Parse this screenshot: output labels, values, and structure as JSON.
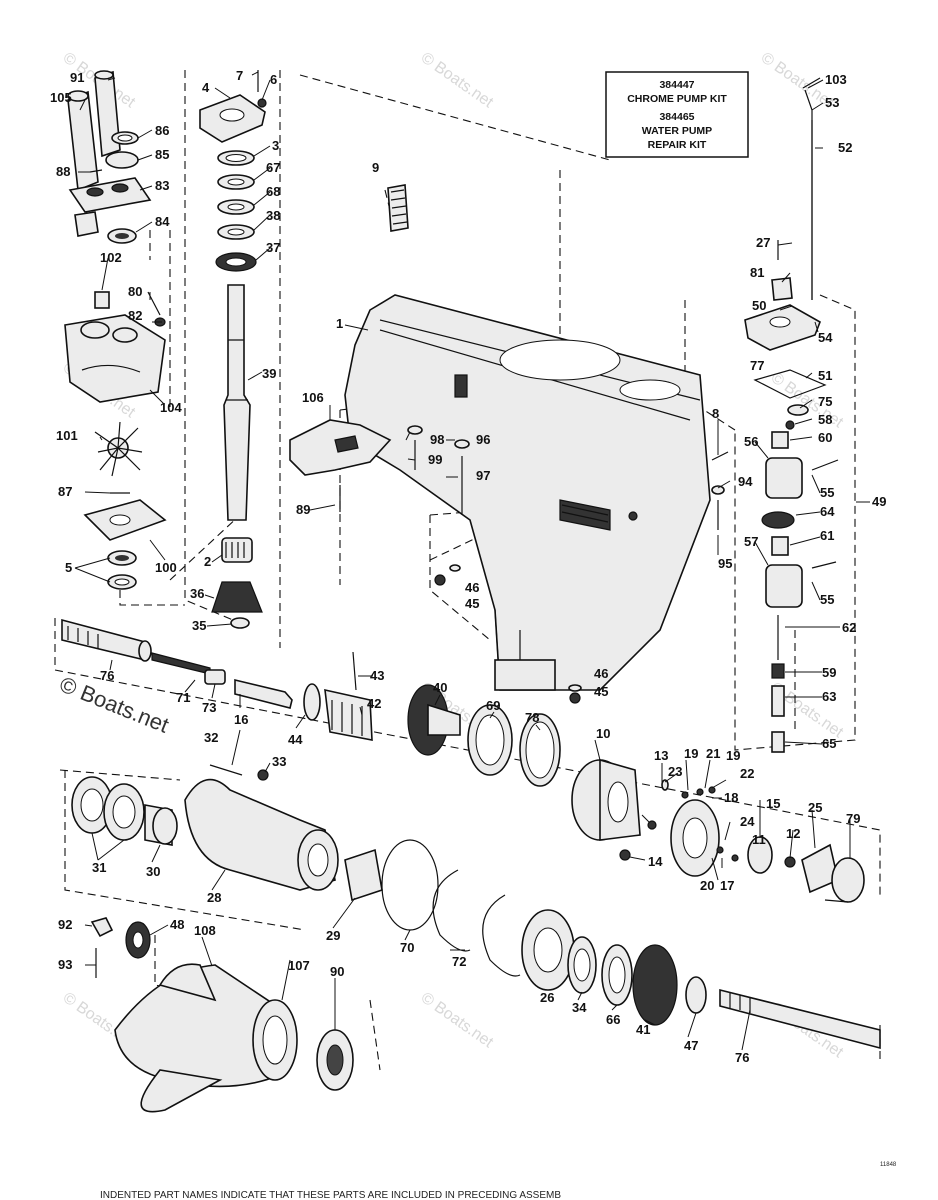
{
  "kit_box": {
    "line1": "384447",
    "line2": "CHROME PUMP KIT",
    "line3": "384465",
    "line4": "WATER PUMP",
    "line5": "REPAIR KIT"
  },
  "watermarks": {
    "small": "© Boats.net",
    "large": "© Boats.net"
  },
  "figure_ref": "11848",
  "footer_note": "INDENTED PART NAMES INDICATE THAT THESE PARTS ARE INCLUDED IN PRECEDING ASSEMB",
  "callouts": [
    "1",
    "2",
    "3",
    "4",
    "5",
    "6",
    "7",
    "8",
    "9",
    "10",
    "11",
    "12",
    "13",
    "14",
    "15",
    "16",
    "17",
    "18",
    "19",
    "19",
    "20",
    "21",
    "22",
    "23",
    "24",
    "25",
    "26",
    "27",
    "28",
    "29",
    "30",
    "31",
    "32",
    "33",
    "34",
    "35",
    "36",
    "37",
    "38",
    "39",
    "40",
    "41",
    "42",
    "43",
    "44",
    "45",
    "45",
    "46",
    "46",
    "47",
    "48",
    "49",
    "50",
    "51",
    "52",
    "53",
    "54",
    "55",
    "55",
    "56",
    "57",
    "58",
    "59",
    "60",
    "61",
    "62",
    "63",
    "64",
    "65",
    "66",
    "67",
    "68",
    "69",
    "70",
    "71",
    "72",
    "73",
    "75",
    "76",
    "76",
    "77",
    "78",
    "79",
    "80",
    "81",
    "82",
    "83",
    "84",
    "85",
    "86",
    "87",
    "88",
    "89",
    "90",
    "91",
    "92",
    "93",
    "94",
    "95",
    "96",
    "97",
    "98",
    "99",
    "100",
    "101",
    "102",
    "103",
    "104",
    "105",
    "106",
    "107",
    "108"
  ]
}
